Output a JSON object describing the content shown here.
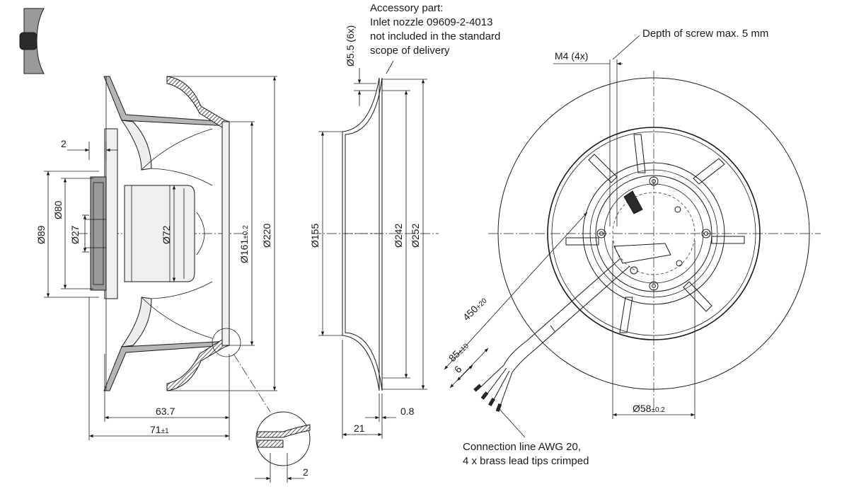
{
  "side_view": {
    "dim_2_top": "2",
    "dim_d89": "Ø89",
    "dim_d80": "Ø80",
    "dim_d27": "Ø27",
    "dim_d72": "Ø72",
    "dim_d161": "Ø161",
    "dim_d161_tol": "±0.2",
    "dim_d220": "Ø220",
    "dim_63_7": "63.7",
    "dim_71": "71",
    "dim_71_tol": "±1",
    "detail_dim_2": "2"
  },
  "nozzle_view": {
    "accessory_note": [
      "Accessory part:",
      "Inlet nozzle 09609-2-4013",
      "not included in the standard",
      "scope of delivery"
    ],
    "dim_d5_5": "Ø5.5 (6x)",
    "dim_d155": "Ø155",
    "dim_d242": "Ø242",
    "dim_d252": "Ø252",
    "dim_21": "21",
    "dim_0_8": "0.8"
  },
  "front_view": {
    "screw_note": "Depth of screw max. 5 mm",
    "dim_m4": "M4 (4x)",
    "dim_450": "450",
    "dim_450_tol": "+20",
    "dim_85": "85",
    "dim_85_tol": "±10",
    "dim_6": "6",
    "dim_d58": "Ø58",
    "dim_d58_tol": "±0.2",
    "cable_note": [
      "Connection line AWG 20,",
      "4 x brass lead tips crimped"
    ]
  }
}
